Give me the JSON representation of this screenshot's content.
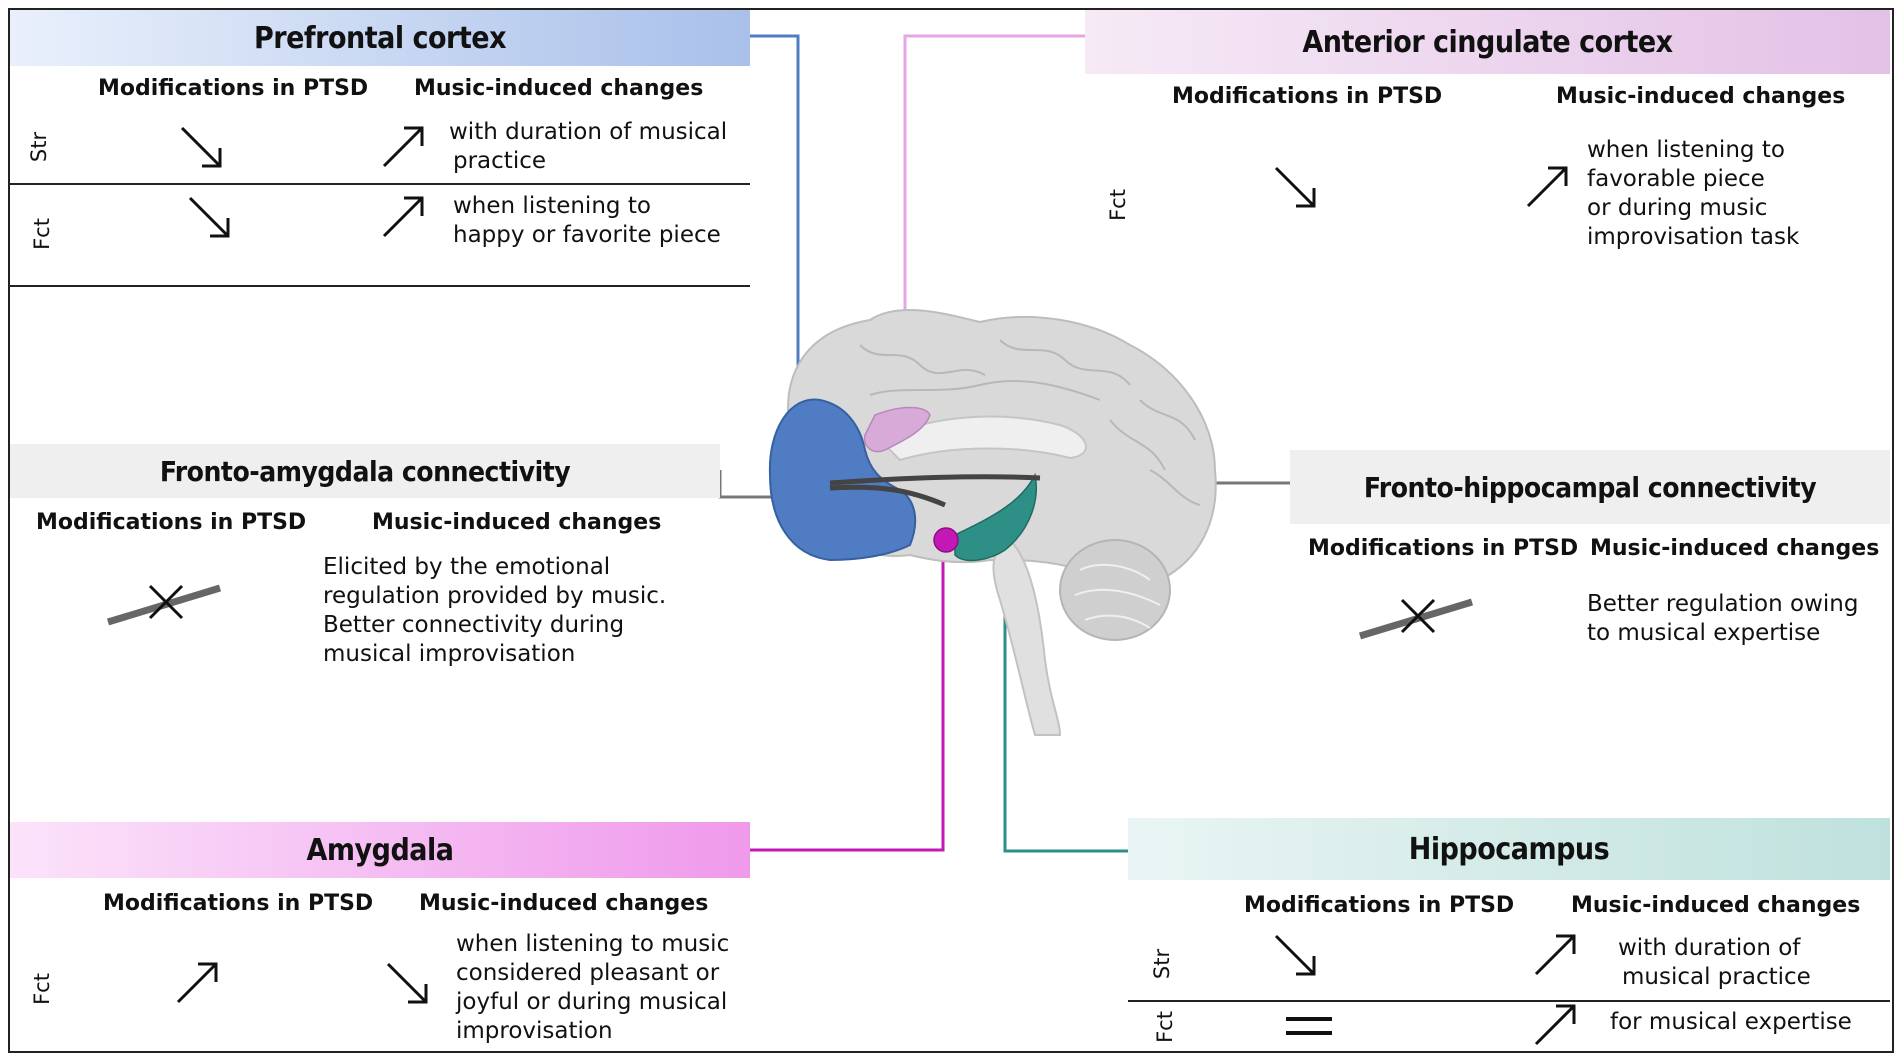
{
  "colors": {
    "prefrontal": "#4f7cc3",
    "prefrontal_header": "#a9c0ea",
    "acc": "#e7a6e3",
    "acc_header": "#ecd0ee",
    "amygdala": "#c318b6",
    "amygdala_header": "#f0a3ec",
    "hippocampus": "#2d8f86",
    "hippocampus_header": "#c6e4e1",
    "connectivity_header": "#efefef",
    "connector_gray": "#777777",
    "brain_gray": "#d4d4d4"
  },
  "panels": {
    "prefrontal": {
      "title": "Prefrontal cortex",
      "col_ptsd": "Modifications in PTSD",
      "col_music": "Music-induced changes",
      "rows": [
        {
          "label": "Str",
          "ptsd_icon": "arrow-down-icon",
          "music_icon": "arrow-up-icon",
          "lines": [
            "with duration of musical",
            "practice"
          ]
        },
        {
          "label": "Fct",
          "ptsd_icon": "arrow-down-icon",
          "music_icon": "arrow-up-icon",
          "lines": [
            "when listening to",
            "happy or favorite piece"
          ]
        }
      ]
    },
    "acc": {
      "title": "Anterior cingulate cortex",
      "col_ptsd": "Modifications in PTSD",
      "col_music": "Music-induced changes",
      "rows": [
        {
          "label": "Fct",
          "ptsd_icon": "arrow-down-icon",
          "music_icon": "arrow-up-icon",
          "lines": [
            "when listening to",
            "favorable piece",
            "or during music",
            "improvisation task"
          ]
        }
      ]
    },
    "fronto_amygdala": {
      "title": "Fronto-amygdala connectivity",
      "col_ptsd": "Modifications in PTSD",
      "col_music": "Music-induced changes",
      "ptsd_icon": "broken-connection-icon",
      "lines": [
        "Elicited by the emotional",
        "regulation provided by music.",
        "Better connectivity during",
        "musical improvisation"
      ]
    },
    "fronto_hippocampal": {
      "title": "Fronto-hippocampal connectivity",
      "col_ptsd": "Modifications in PTSD",
      "col_music": "Music-induced changes",
      "ptsd_icon": "broken-connection-icon",
      "lines": [
        "Better regulation owing",
        "to musical expertise"
      ]
    },
    "amygdala": {
      "title": "Amygdala",
      "col_ptsd": "Modifications in PTSD",
      "col_music": "Music-induced changes",
      "rows": [
        {
          "label": "Fct",
          "ptsd_icon": "arrow-up-icon",
          "music_icon": "arrow-down-icon",
          "lines": [
            "when listening to music",
            "considered pleasant or",
            "joyful or during musical",
            "improvisation"
          ]
        }
      ]
    },
    "hippocampus": {
      "title": "Hippocampus",
      "col_ptsd": "Modifications in PTSD",
      "col_music": "Music-induced changes",
      "rows": [
        {
          "label": "Str",
          "ptsd_icon": "arrow-down-icon",
          "music_icon": "arrow-up-icon",
          "lines": [
            "with duration of",
            "musical practice"
          ]
        },
        {
          "label": "Fct",
          "ptsd_icon": "equals-icon",
          "music_icon": "arrow-up-icon",
          "lines": [
            "for musical expertise"
          ]
        }
      ]
    }
  }
}
